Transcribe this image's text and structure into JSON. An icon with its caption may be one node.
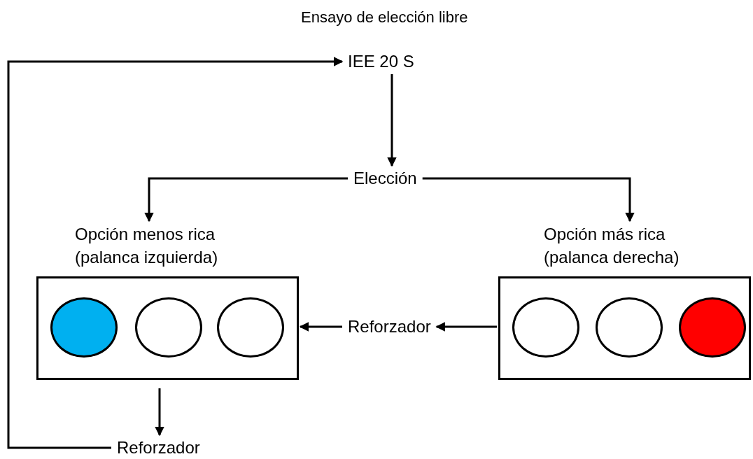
{
  "diagram": {
    "title": "Ensayo de elección libre",
    "nodes": [
      {
        "text": [
          "IEE 20 S"
        ]
      },
      {
        "text": [
          "Elección"
        ]
      },
      {
        "text": [
          "Opción menos rica (palanca izquierda)"
        ]
      },
      {
        "text": [],
        "shape": "circle",
        "in": 2
      },
      {
        "text": [],
        "shape": "circle",
        "in": 2
      },
      {
        "text": [],
        "shape": "circle",
        "in": 2
      },
      {
        "text": [
          "Opción más rica (palanca derecha)"
        ]
      },
      {
        "text": [],
        "shape": "circle",
        "in": 6
      },
      {
        "text": [],
        "shape": "circle",
        "in": 6
      },
      {
        "text": [],
        "shape": "circle",
        "in": 6
      },
      {
        "text": [
          "Reforzador"
        ]
      },
      {
        "text": [
          "Reforzador"
        ]
      }
    ],
    "edges": [
      {
        "from": 0,
        "to": 1,
        "arrow": "to"
      },
      {
        "from": 1,
        "to": 2,
        "arrow": "to"
      },
      {
        "from": 1,
        "to": 6,
        "arrow": "to"
      },
      {
        "from": 6,
        "to": 10,
        "arrow": "to"
      },
      {
        "from": 10,
        "to": 2,
        "arrow": "to"
      },
      {
        "from": 2,
        "to": 11,
        "arrow": "to"
      },
      {
        "from": 11,
        "to": 0,
        "arrow": "to"
      }
    ]
  }
}
